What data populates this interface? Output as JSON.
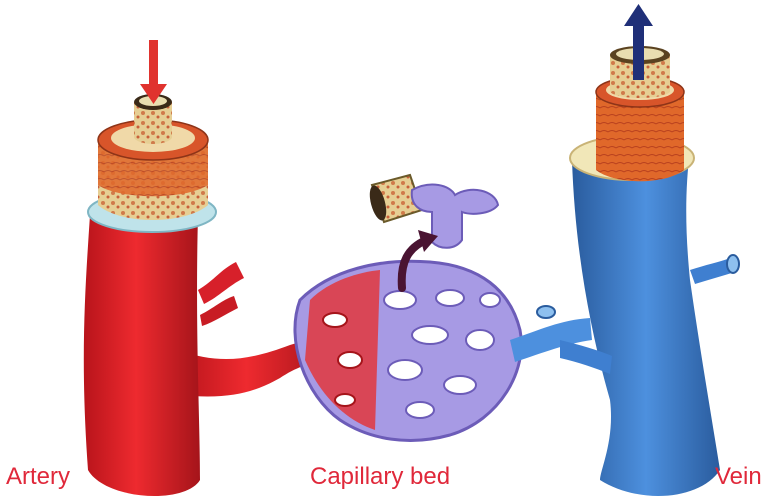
{
  "labels": {
    "artery": "Artery",
    "capillary_bed": "Capillary bed",
    "vein": "Vein"
  },
  "colors": {
    "artery": "#e01f26",
    "artery_dark": "#a5141a",
    "vein": "#3f7fd0",
    "vein_dark": "#2a5c9e",
    "capillary": "#8f7fd6",
    "capillary_dark": "#6c5cb8",
    "tissue_orange": "#e0682a",
    "tissue_tan": "#e6cf94",
    "elastic_blue": "#bfe3ea",
    "artery_arrow": "#e0332e",
    "vein_arrow": "#1f2f78",
    "capillary_arrow": "#4a1432",
    "artery_label": "#e0283a",
    "vein_label": "#e0283a",
    "capillary_label": "#e0283a"
  },
  "icons": {
    "artery_flow": "arrow-down-icon",
    "vein_flow": "arrow-up-icon",
    "capillary_flow": "curved-arrow-icon"
  }
}
